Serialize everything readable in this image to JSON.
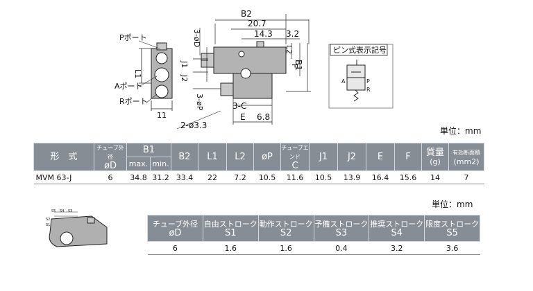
{
  "diagram": {
    "port_p": "Pポート",
    "port_a": "Aポート",
    "port_r": "Rポート",
    "dim_l1": "L1",
    "dim_11": "11",
    "dim_b2": "B2",
    "dim_20_7": "20.7",
    "dim_14_3": "14.3",
    "dim_3_2": "3.2",
    "dim_3od": "3-øD",
    "dim_j1": "J1",
    "dim_j2": "J2",
    "dim_3op": "3-øP",
    "dim_l2": "L2",
    "dim_f": "F",
    "dim_b1": "B1",
    "dim_3c": "3-C",
    "dim_e": "E",
    "dim_6_8": "6.8",
    "dim_2o3_3": "2-ø3.3",
    "symbol_title": "ピン式表示記号",
    "sym_a": "A",
    "sym_p": "P",
    "sym_r": "R"
  },
  "spec": {
    "unit": "単位：mm",
    "headers": {
      "model": "形　式",
      "tube_top": "チューブ外径",
      "tube_bottom": "øD",
      "b1": "B1",
      "b1_max": "max.",
      "b1_min": "min.",
      "b2": "B2",
      "l1": "L1",
      "l2": "L2",
      "op": "øP",
      "c_top": "チューブエンド",
      "c_bottom": "C",
      "j1": "J1",
      "j2": "J2",
      "e": "E",
      "f": "F",
      "mass_top": "質量",
      "mass_bottom": "(g)",
      "area_top": "有効断面積",
      "area_bottom": "(mm2)"
    },
    "row": {
      "model": "MVM 63-J",
      "od": "6",
      "b1_max": "34.8",
      "b1_min": "31.2",
      "b2": "33.4",
      "l1": "22",
      "l2": "7.2",
      "op": "10.5",
      "c": "11.6",
      "j1": "10.5",
      "j2": "13.9",
      "e": "16.4",
      "f": "15.6",
      "mass": "14",
      "area": "7"
    }
  },
  "stroke": {
    "unit": "単位：mm",
    "headers": [
      {
        "top": "チューブ外径",
        "bottom": "øD"
      },
      {
        "top": "自由ストローク",
        "bottom": "S1"
      },
      {
        "top": "動作ストローク",
        "bottom": "S2"
      },
      {
        "top": "予備ストローク",
        "bottom": "S3"
      },
      {
        "top": "推奨ストローク",
        "bottom": "S4"
      },
      {
        "top": "限度ストローク",
        "bottom": "S5"
      }
    ],
    "values": [
      "6",
      "1.6",
      "1.6",
      "0.4",
      "3.2",
      "3.6"
    ],
    "sketch_labels": [
      "S5",
      "S4",
      "S3",
      "S2",
      "S1"
    ]
  },
  "colors": {
    "header_bg": "#878d94",
    "body_gray": "#b0b0b0",
    "line": "#222222"
  }
}
